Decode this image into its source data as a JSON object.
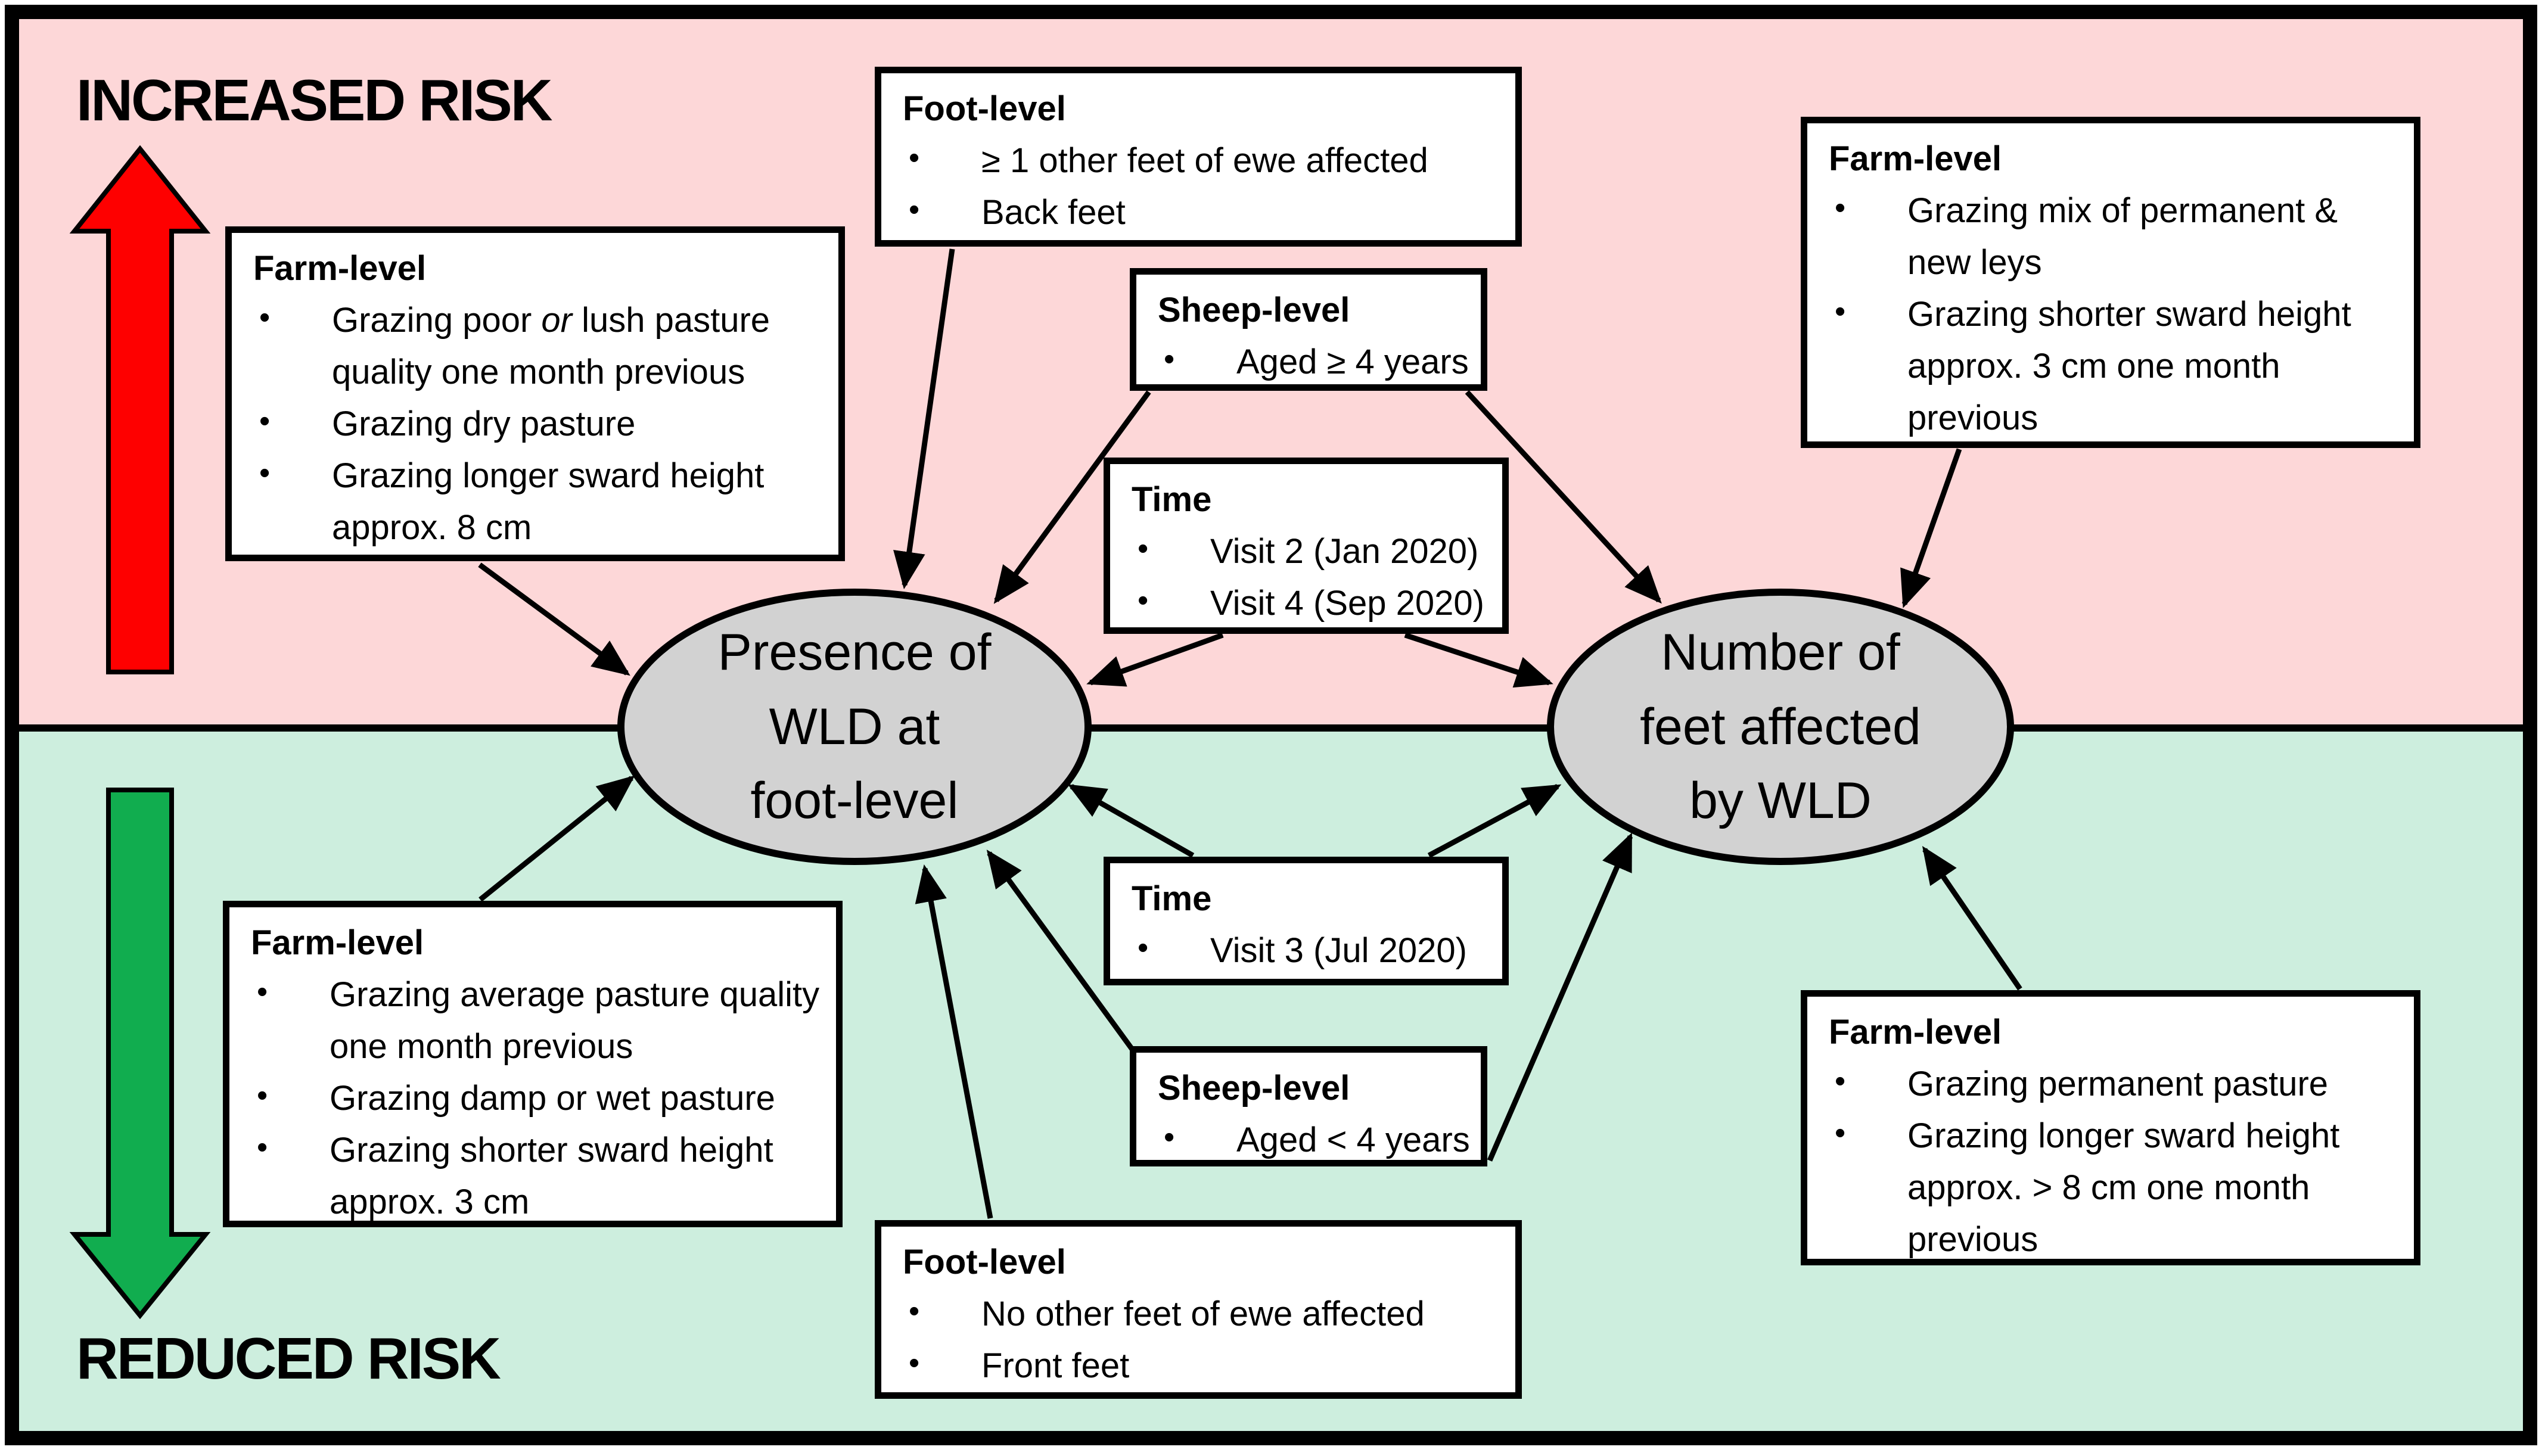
{
  "zones": {
    "increased_label": "INCREASED RISK",
    "reduced_label": "REDUCED RISK"
  },
  "nodes": {
    "presence": {
      "line1": "Presence of",
      "line2": "WLD at",
      "line3": "foot-level"
    },
    "number": {
      "line1": "Number of",
      "line2": "feet affected",
      "line3": "by WLD"
    }
  },
  "boxes": {
    "farm_top_left": {
      "title": "Farm-level",
      "b1_pre": "Grazing poor ",
      "b1_italic": "or",
      "b1_post": " lush pasture quality one month previous",
      "b2": "Grazing dry pasture",
      "b3": "Grazing longer sward height approx. 8 cm"
    },
    "foot_top": {
      "title": "Foot-level",
      "b1": "≥ 1 other feet of ewe affected",
      "b2": "Back feet"
    },
    "sheep_top": {
      "title": "Sheep-level",
      "b1": "Aged ≥ 4 years"
    },
    "time_top": {
      "title": "Time",
      "b1": "Visit 2 (Jan 2020)",
      "b2": "Visit 4 (Sep 2020)"
    },
    "farm_top_right": {
      "title": "Farm-level",
      "b1": "Grazing mix of permanent & new leys",
      "b2": "Grazing shorter sward height approx. 3 cm one month previous"
    },
    "farm_bottom_left": {
      "title": "Farm-level",
      "b1": "Grazing average pasture quality one month previous",
      "b2": "Grazing damp or wet pasture",
      "b3": "Grazing shorter sward height approx. 3 cm"
    },
    "time_bottom": {
      "title": "Time",
      "b1": "Visit 3 (Jul 2020)"
    },
    "sheep_bottom": {
      "title": "Sheep-level",
      "b1": "Aged < 4 years"
    },
    "foot_bottom": {
      "title": "Foot-level",
      "b1": "No other feet of ewe affected",
      "b2": "Front feet"
    },
    "farm_bottom_right": {
      "title": "Farm-level",
      "b1": "Grazing permanent pasture",
      "b2": "Grazing longer sward height approx. > 8 cm one month previous"
    }
  },
  "colors": {
    "increased_zone_background": "#fdd7d8",
    "reduced_zone_background": "#cdeede",
    "node_fill": "#d2d2d2",
    "increase_arrow": "#fe0000",
    "decrease_arrow": "#11ad4f",
    "outline": "#000000",
    "box_fill": "#ffffff"
  }
}
